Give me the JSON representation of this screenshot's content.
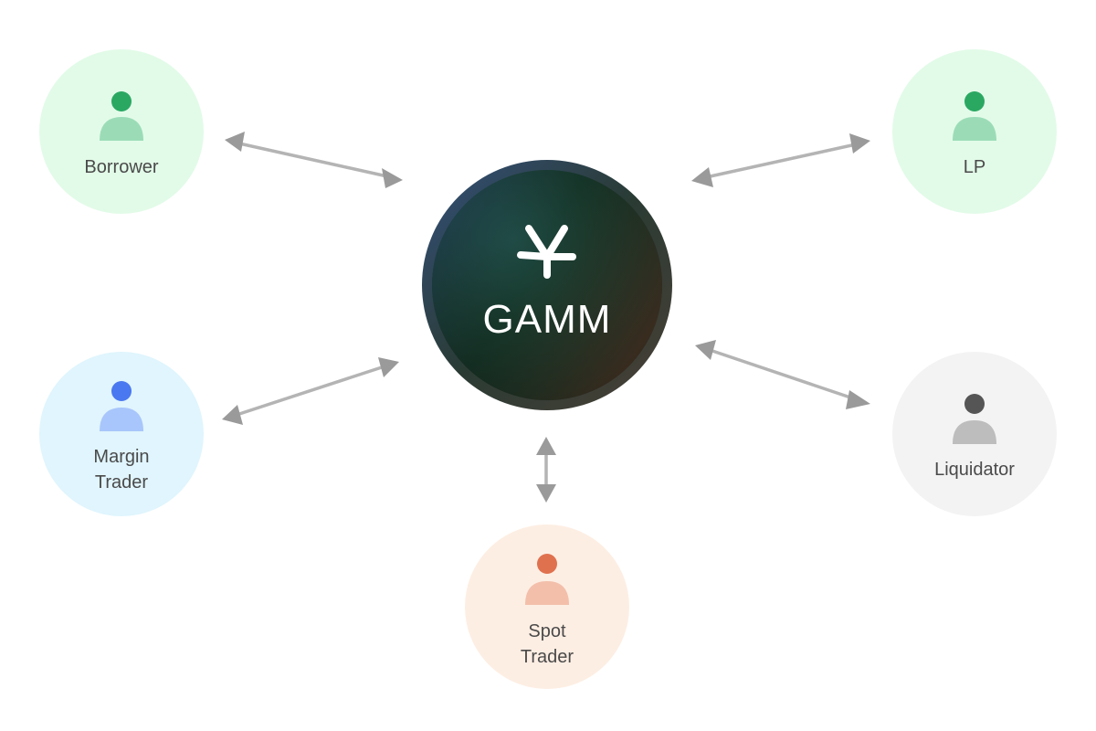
{
  "hub": {
    "label": "GAMM",
    "icon": "star-logo-icon"
  },
  "colors": {
    "arrow": "#b4b4b4",
    "arrow_head": "#9a9a9a",
    "hub_ring": "#3a3f3c"
  },
  "nodes": [
    {
      "id": "borrower",
      "label_lines": [
        "Borrower"
      ],
      "icon": "user-icon",
      "bg": "#e2fbe8",
      "head": "#2aa862",
      "body": "#9bdcb7"
    },
    {
      "id": "lp",
      "label_lines": [
        "LP"
      ],
      "icon": "user-icon",
      "bg": "#e2fbe8",
      "head": "#2aa862",
      "body": "#9bdcb7"
    },
    {
      "id": "margin-trader",
      "label_lines": [
        "Margin",
        "Trader"
      ],
      "icon": "user-icon",
      "bg": "#e0f5fd",
      "head": "#4a78f0",
      "body": "#a8c6fb"
    },
    {
      "id": "liquidator",
      "label_lines": [
        "Liquidator"
      ],
      "icon": "user-icon",
      "bg": "#f3f3f3",
      "head": "#555555",
      "body": "#bdbdbd"
    },
    {
      "id": "spot-trader",
      "label_lines": [
        "Spot",
        "Trader"
      ],
      "icon": "user-icon",
      "bg": "#fdeee3",
      "head": "#e0714f",
      "body": "#f3bfab"
    }
  ]
}
